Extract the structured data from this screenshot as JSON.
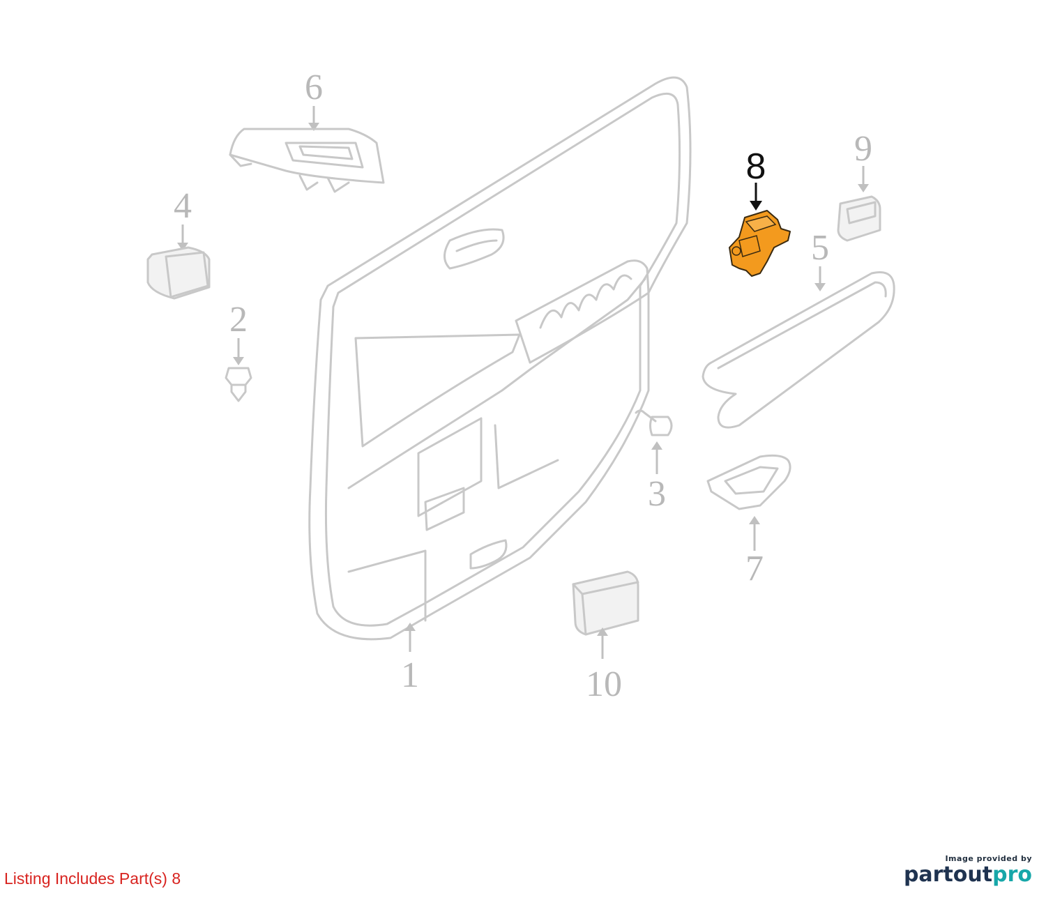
{
  "callouts": {
    "p1": "1",
    "p2": "2",
    "p3": "3",
    "p4": "4",
    "p5": "5",
    "p6": "6",
    "p7": "7",
    "p8": "8",
    "p9": "9",
    "p10": "10"
  },
  "highlighted_part": "8",
  "colors": {
    "highlight": "#f39a1e",
    "note": "#d8231f",
    "linework": "#c8c8c8",
    "brand_dark": "#1f3350",
    "brand_teal": "#17a7a9"
  },
  "footer": {
    "note": "Listing Includes Part(s) 8",
    "credit": "Image provided by",
    "logo_part1": "partout",
    "logo_part2": "pro"
  }
}
